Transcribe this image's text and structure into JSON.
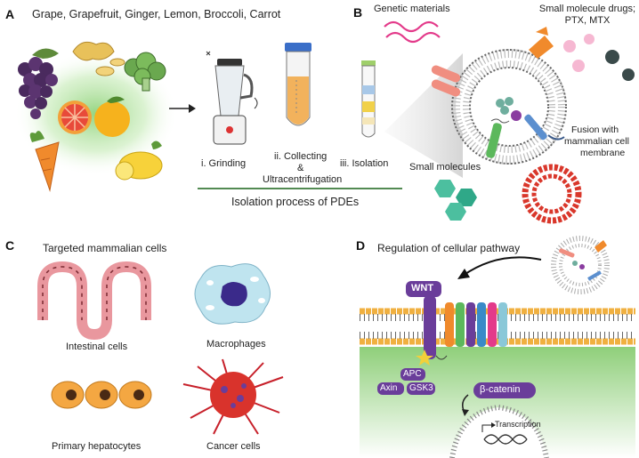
{
  "panels": {
    "a": {
      "letter": "A",
      "sources": "Grape, Grapefruit, Ginger, Lemon, Broccoli, Carrot",
      "steps": [
        "i. Grinding",
        "ii. Collecting",
        "&",
        "Ultracentrifugation",
        "iii. Isolation"
      ],
      "caption": "Isolation process of PDEs"
    },
    "b": {
      "letter": "B",
      "genetic": "Genetic materials",
      "small_drugs_line1": "Small molecule drugs;",
      "small_drugs_line2": "PTX, MTX",
      "fusion_line1": "Fusion with",
      "fusion_line2": "mammalian cell",
      "fusion_line3": "membrane",
      "small_molecules": "Small molecules"
    },
    "c": {
      "letter": "C",
      "title": "Targeted mammalian cells",
      "cells": [
        "Intestinal cells",
        "Macrophages",
        "Primary hepatocytes",
        "Cancer cells"
      ]
    },
    "d": {
      "letter": "D",
      "title": "Regulation of cellular pathway",
      "wnt": "WNT",
      "apc": "APC",
      "axin": "Axin",
      "gsk3": "GSK3",
      "bcatenin": "β-catenin",
      "transcription": "Transcription"
    }
  },
  "colors": {
    "green_glow": "#9fd88a",
    "vesicle_lipid": "#888888",
    "membrane_head": "#f0b040",
    "cytoplasm": "#8fcf7a",
    "wnt_purple": "#6a3d9a",
    "liposome_red": "#d9372b",
    "divider_green": "#3a7a3a"
  }
}
